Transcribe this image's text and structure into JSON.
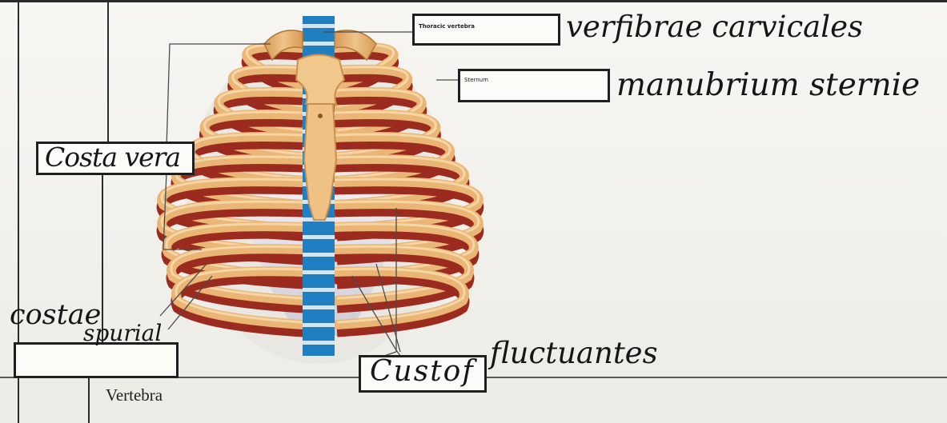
{
  "labels": {
    "thoracic_vertebra_printed": "Thoracic vertebra",
    "sternum_printed": "Sternum",
    "vertebra_printed": "Vertebra"
  },
  "answers": {
    "vertebrae": "verfibrae carvicales",
    "manubrium": "manubrium sternie",
    "costa_vera": "Costa vera",
    "costae_spuriae_line1": "costae",
    "costae_spuriae_line2": "spurial",
    "costae_fluctuantes_boxed": "Custof",
    "costae_fluctuantes": "fluctuantes"
  },
  "colors": {
    "bone": "#e9b676",
    "bone_dark": "#c98f4e",
    "intercostal_red": "#9c2b1f",
    "cartilage": "#e8e7ee",
    "spine_blue": "#1f7fc0",
    "spine_disc": "#cfe7f4",
    "ink": "#1a1a1a"
  }
}
